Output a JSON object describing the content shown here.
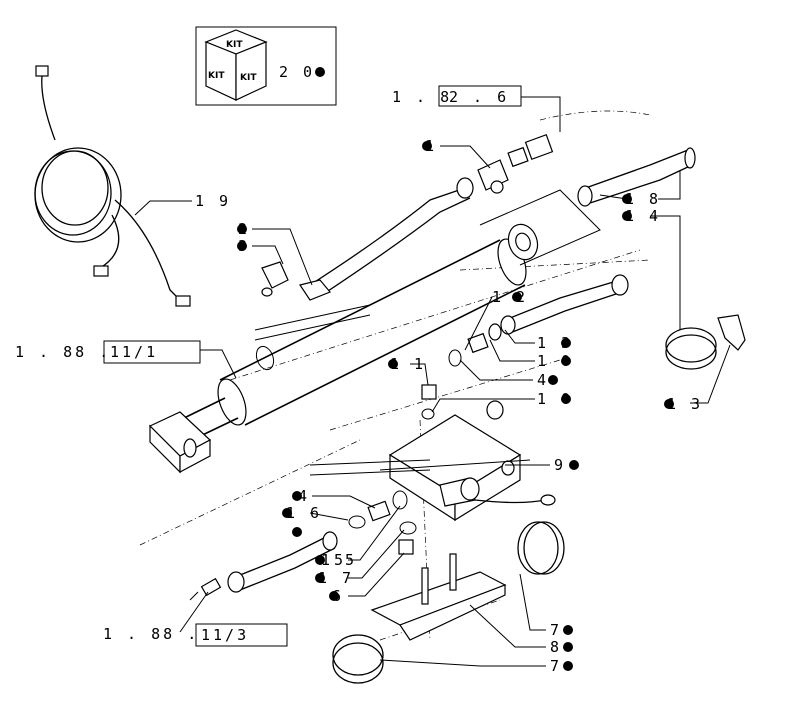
{
  "kit_box": {
    "icon_texts": [
      "KIT",
      "KIT",
      "KIT"
    ],
    "ref": "2 0"
  },
  "references": {
    "ref_1_82_6": {
      "prefix": "1 . 8",
      "boxed": "2 . 6"
    },
    "ref_1_88_11_1": {
      "prefix": "1 . 88 .",
      "boxed": "11/1"
    },
    "ref_1_88_11_3": {
      "prefix": "1 . 88 .",
      "boxed": "11/3"
    }
  },
  "callouts": {
    "c19": "1 9",
    "c1_top": "1",
    "c2": "2",
    "c3": "3",
    "c18": "1 8",
    "c14_top": "1 4",
    "c13_right": "1 3",
    "c13_mid": "1 3",
    "c12": "1 2",
    "c10_a": "1 0",
    "c11": "1 1",
    "c4_mid": "4",
    "c10_b": "1 0",
    "c9": "9",
    "c4_left": "4",
    "c16": "1 6",
    "c5": "5",
    "c15": "1 5",
    "c17": "1 7",
    "c6": "6",
    "c7_a": "7",
    "c8": "8",
    "c7_b": "7"
  }
}
